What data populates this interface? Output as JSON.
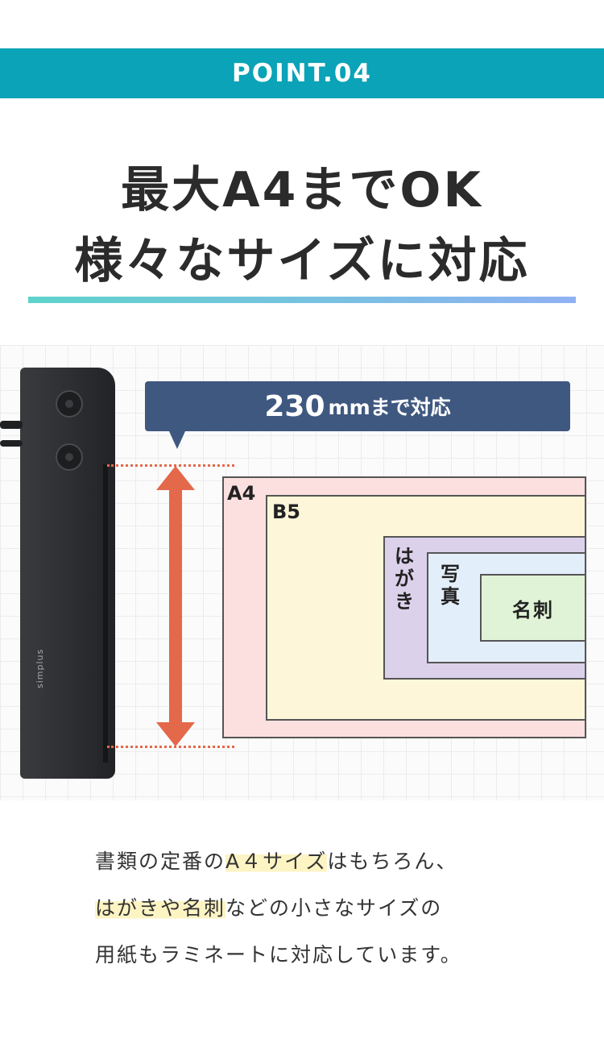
{
  "banner": {
    "label": "POINT.04"
  },
  "headline": {
    "line1": "最大A4までOK",
    "line2": "様々なサイズに対応"
  },
  "diagram": {
    "callout": {
      "number": "230",
      "unit_text": "mmまで対応"
    },
    "device_brand": "simplus",
    "papers": {
      "a4": "A4",
      "b5": "B5",
      "postcard": [
        "は",
        "が",
        "き"
      ],
      "photo": [
        "写",
        "真"
      ],
      "business_card": "名刺"
    },
    "colors": {
      "banner": "#0aa3b7",
      "callout": "#3f5880",
      "arrow": "#e4684a",
      "a4": "#fce0e0",
      "b5": "#fdf6d8",
      "postcard": "#dcd1ea",
      "photo": "#e3eefb",
      "business_card": "#e1f3d6"
    }
  },
  "body": {
    "line1": {
      "pre": "書類の定番の",
      "highlight": "A４サイズ",
      "post": "はもちろん、"
    },
    "line2": {
      "pre": "",
      "highlight": "はがきや名刺",
      "post": "などの小さなサイズの"
    },
    "line3": {
      "text": "用紙もラミネートに対応しています。"
    }
  }
}
